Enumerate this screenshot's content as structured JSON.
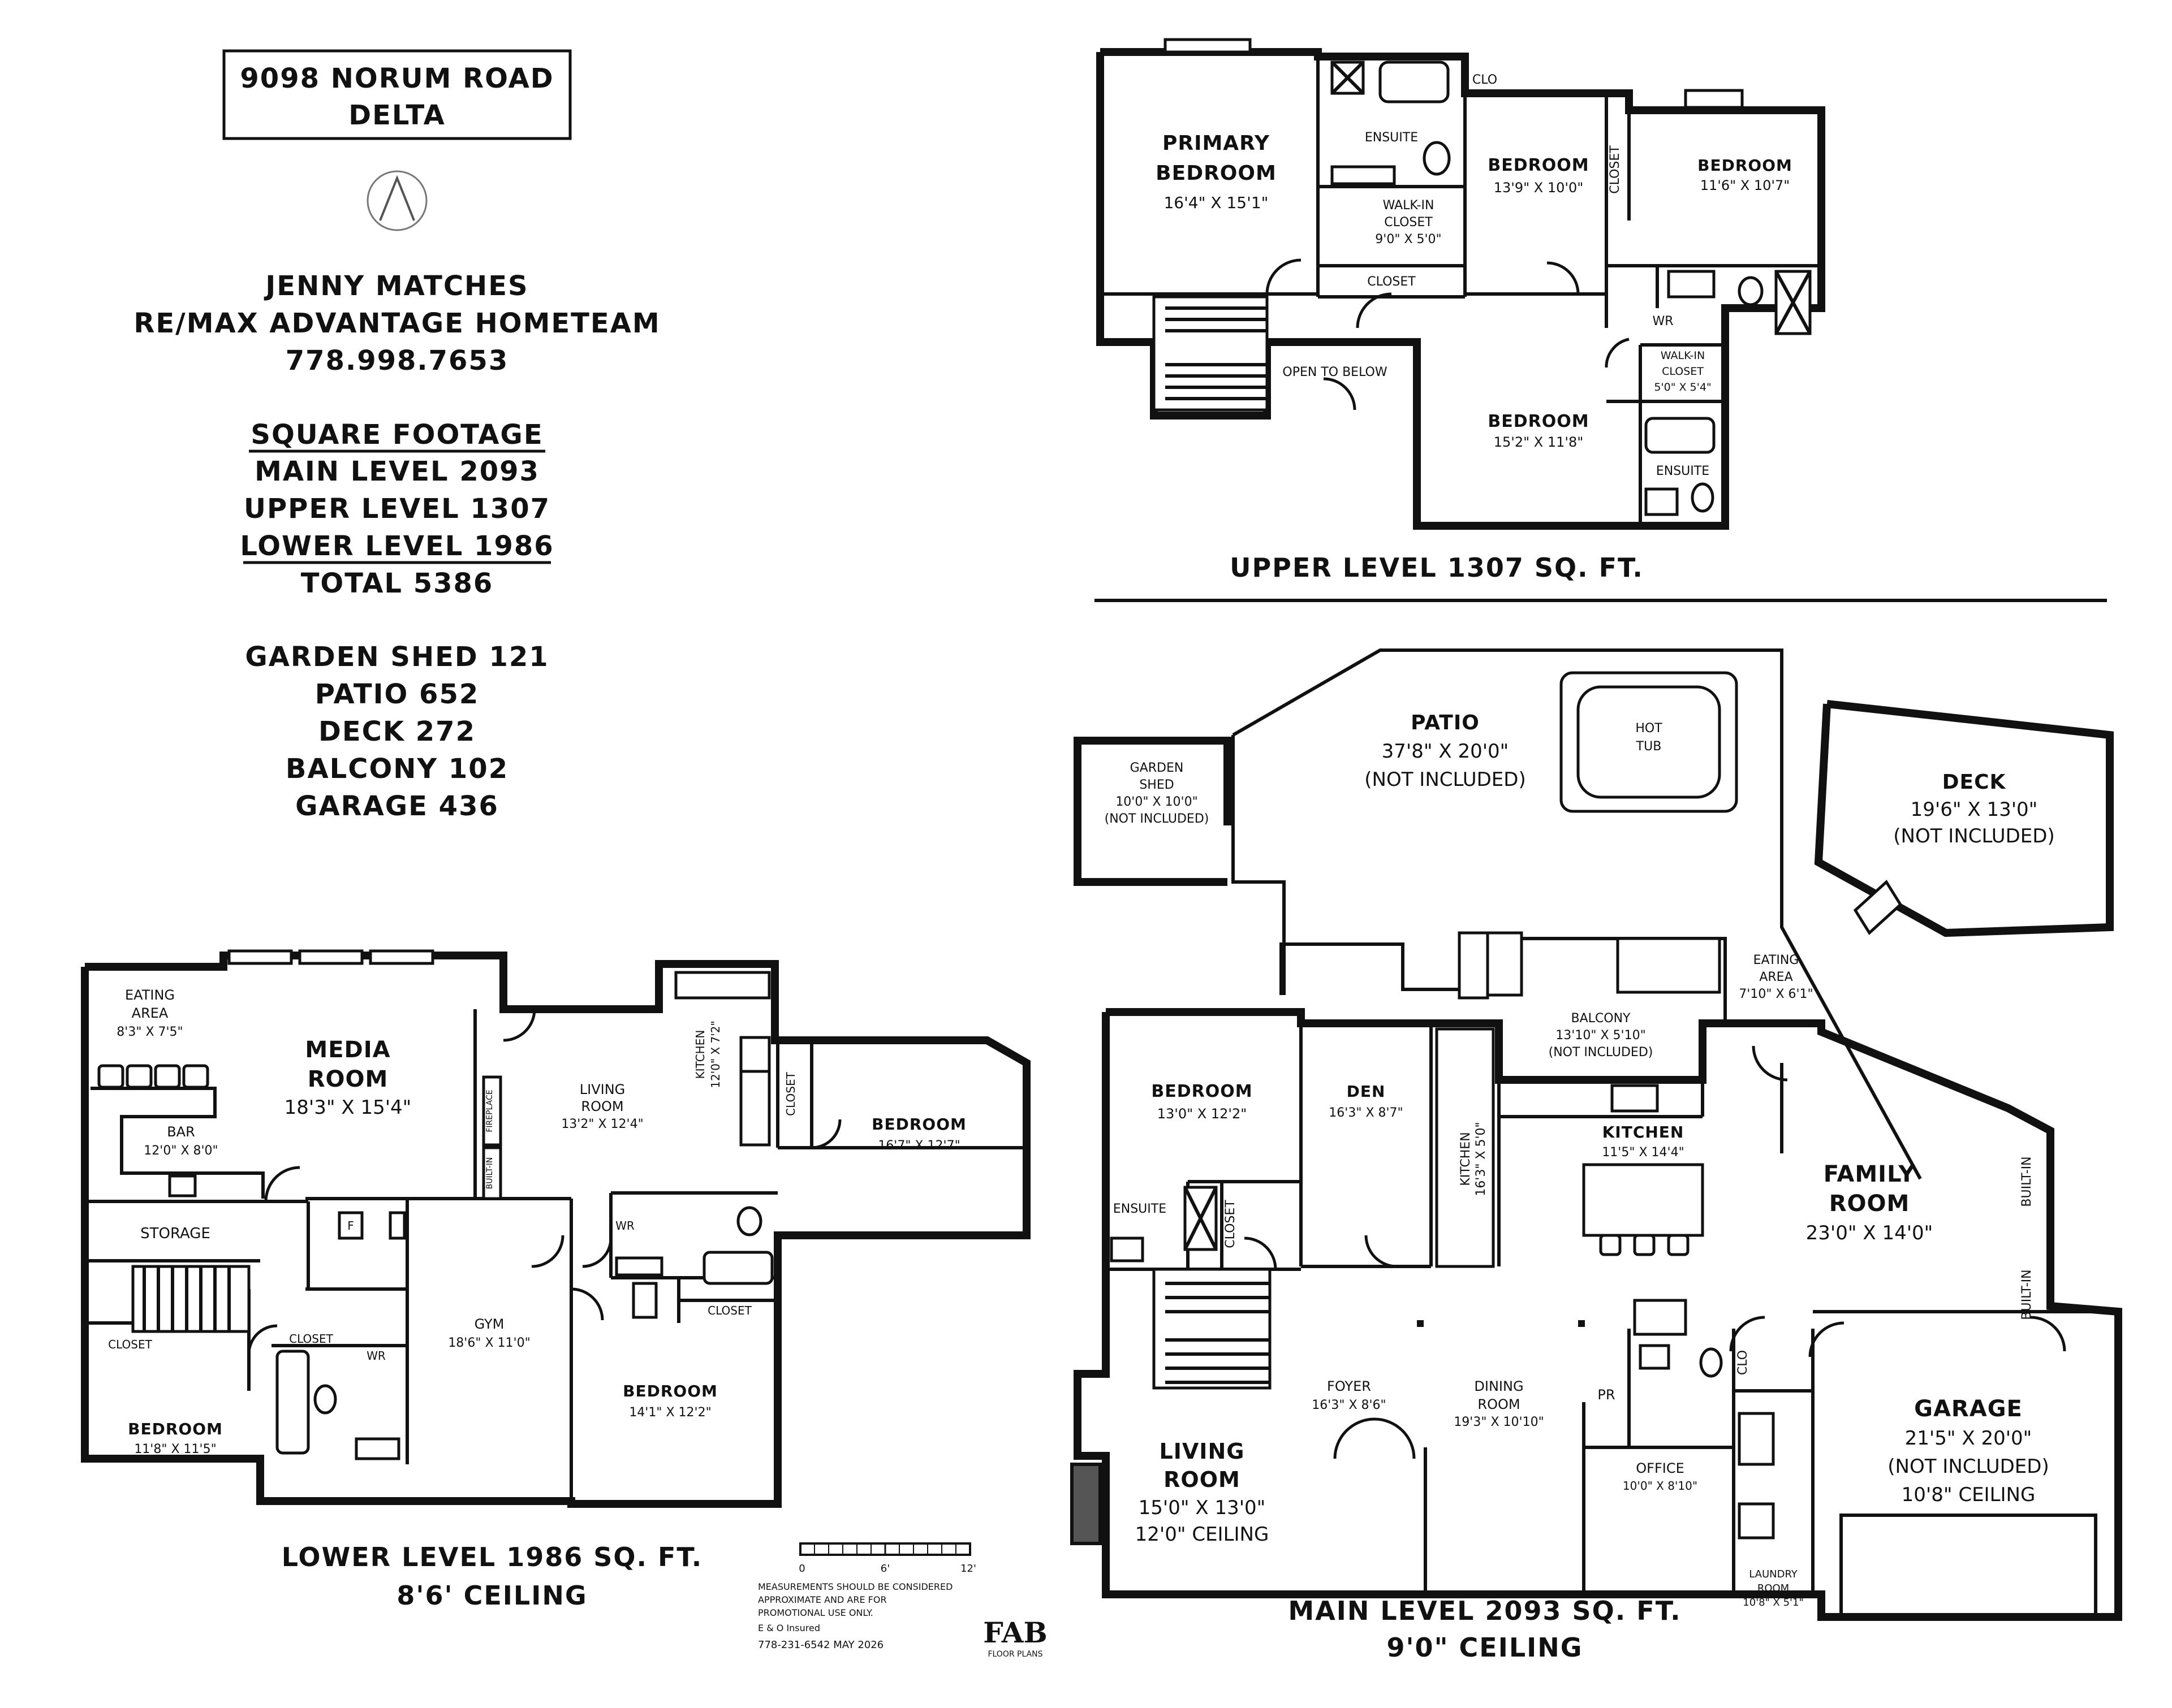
{
  "header": {
    "address_line1": "9098 NORUM ROAD",
    "address_line2": "DELTA",
    "agent_name": "JENNY MATCHES",
    "brokerage": "RE/MAX ADVANTAGE HOMETEAM",
    "phone": "778.998.7653"
  },
  "square_footage": {
    "title": "SQUARE FOOTAGE",
    "main": "MAIN LEVEL 2093",
    "upper": "UPPER LEVEL 1307",
    "lower": "LOWER LEVEL 1986",
    "total": "TOTAL 5386",
    "garden_shed": "GARDEN SHED 121",
    "patio": "PATIO 652",
    "deck": "DECK 272",
    "balcony": "BALCONY 102",
    "garage": "GARAGE 436"
  },
  "upper_level": {
    "caption": "UPPER LEVEL 1307 SQ. FT.",
    "primary_name1": "PRIMARY",
    "primary_name2": "BEDROOM",
    "primary_dim": "16'4\" X 15'1\"",
    "ensuite": "ENSUITE",
    "walkin1": "WALK-IN",
    "walkin2": "CLOSET",
    "walkin_dim": "9'0\" X 5'0\"",
    "closet": "CLOSET",
    "clo": "CLO",
    "bedroom2_name": "BEDROOM",
    "bedroom2_dim": "13'9\" X 10'0\"",
    "closet2": "CLOSET",
    "bedroom3_name": "BEDROOM",
    "bedroom3_dim": "11'6\" X 10'7\"",
    "wr": "WR",
    "open_below": "OPEN TO BELOW",
    "bedroom4_name": "BEDROOM",
    "bedroom4_dim": "15'2\" X 11'8\"",
    "walkin4_1": "WALK-IN",
    "walkin4_2": "CLOSET",
    "walkin4_dim": "5'0\" X 5'4\"",
    "ensuite4": "ENSUITE"
  },
  "main_level": {
    "caption1": "MAIN LEVEL 2093 SQ. FT.",
    "caption2": "9'0\" CEILING",
    "patio_name": "PATIO",
    "patio_dim": "37'8\" X 20'0\"",
    "patio_note": "(NOT INCLUDED)",
    "hot_tub1": "HOT",
    "hot_tub2": "TUB",
    "shed_name1": "GARDEN",
    "shed_name2": "SHED",
    "shed_dim": "10'0\" X 10'0\"",
    "shed_note": "(NOT INCLUDED)",
    "deck_name": "DECK",
    "deck_dim": "19'6\" X 13'0\"",
    "deck_note": "(NOT INCLUDED)",
    "eating1": "EATING",
    "eating2": "AREA",
    "eating_dim": "7'10\" X 6'1\"",
    "balcony_name": "BALCONY",
    "balcony_dim": "13'10\" X 5'10\"",
    "balcony_note": "(NOT INCLUDED)",
    "bedroom_name": "BEDROOM",
    "bedroom_dim": "13'0\" X 12'2\"",
    "den_name": "DEN",
    "den_dim": "16'3\" X 8'7\"",
    "kitchen_name": "KITCHEN",
    "kitchen_dim": "11'5\" X 14'4\"",
    "kitchen2_name": "KITCHEN",
    "kitchen2_dim": "16'3\" X 5'0\"",
    "family_name1": "FAMILY",
    "family_name2": "ROOM",
    "family_dim": "23'0\" X 14'0\"",
    "ensuite": "ENSUITE",
    "closet": "CLOSET",
    "foyer_name": "FOYER",
    "foyer_dim": "16'3\" X 8'6\"",
    "dining_name1": "DINING",
    "dining_name2": "ROOM",
    "dining_dim": "19'3\" X 10'10\"",
    "living_name1": "LIVING",
    "living_name2": "ROOM",
    "living_dim": "15'0\" X 13'0\"",
    "living_ceiling": "12'0\" CEILING",
    "pr": "PR",
    "office_name": "OFFICE",
    "office_dim": "10'0\" X 8'10\"",
    "clo": "CLO",
    "laundry1": "LAUNDRY",
    "laundry2": "ROOM",
    "laundry_dim": "10'8\" X 5'1\"",
    "garage_name": "GARAGE",
    "garage_dim": "21'5\" X 20'0\"",
    "garage_note": "(NOT INCLUDED)",
    "garage_ceiling": "10'8\" CEILING",
    "built_in": "BUILT-IN"
  },
  "lower_level": {
    "caption1": "LOWER LEVEL 1986 SQ. FT.",
    "caption2": "8'6' CEILING",
    "eating1": "EATING",
    "eating2": "AREA",
    "eating_dim": "8'3\" X 7'5\"",
    "media1": "MEDIA",
    "media2": "ROOM",
    "media_dim": "18'3\" X 15'4\"",
    "bar_name": "BAR",
    "bar_dim": "12'0\" X 8'0\"",
    "living1": "LIVING",
    "living2": "ROOM",
    "living_dim": "13'2\" X 12'4\"",
    "fireplace": "FIREPLACE",
    "built_in": "BUILT-IN",
    "kitchen_name": "KITCHEN",
    "kitchen_dim": "12'0\" X 7'2\"",
    "closet": "CLOSET",
    "bedroom1_name": "BEDROOM",
    "bedroom1_dim": "16'7\" X 12'7\"",
    "storage": "STORAGE",
    "f": "F",
    "wr": "WR",
    "gym_name": "GYM",
    "gym_dim": "18'6\" X 11'0\"",
    "bedroom2_name": "BEDROOM",
    "bedroom2_dim": "14'1\" X 12'2\"",
    "bedroom3_name": "BEDROOM",
    "bedroom3_dim": "11'8\" X 11'5\""
  },
  "footer": {
    "scale_0": "0",
    "scale_6": "6'",
    "scale_12": "12'",
    "note1": "MEASUREMENTS SHOULD BE CONSIDERED",
    "note2": "APPROXIMATE AND ARE FOR",
    "note3": "PROMOTIONAL USE ONLY.",
    "note4": "E & O Insured",
    "note5": "778-231-6542  MAY 2026",
    "logo_text": "FAB",
    "logo_sub": "FLOOR PLANS"
  }
}
